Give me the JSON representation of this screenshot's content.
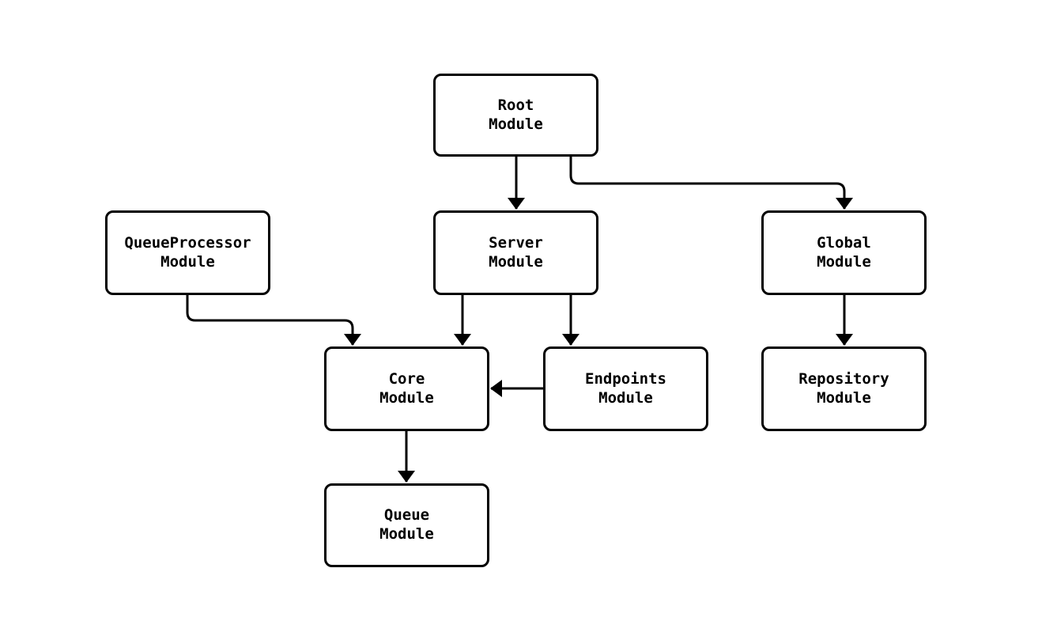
{
  "diagram": {
    "background_color": "#ffffff",
    "node_fill_color": "#ffffff",
    "node_border_color": "#000000",
    "text_color": "#000000",
    "edge_color": "#000000",
    "nodes": [
      {
        "id": "root",
        "label": "Root\nModule"
      },
      {
        "id": "queueprocessor",
        "label": "QueueProcessor\nModule"
      },
      {
        "id": "server",
        "label": "Server\nModule"
      },
      {
        "id": "global",
        "label": "Global\nModule"
      },
      {
        "id": "core",
        "label": "Core\nModule"
      },
      {
        "id": "endpoints",
        "label": "Endpoints\nModule"
      },
      {
        "id": "repository",
        "label": "Repository\nModule"
      },
      {
        "id": "queue",
        "label": "Queue\nModule"
      }
    ],
    "edges": [
      {
        "from": "root",
        "to": "server"
      },
      {
        "from": "root",
        "to": "global"
      },
      {
        "from": "queueprocessor",
        "to": "core"
      },
      {
        "from": "server",
        "to": "core"
      },
      {
        "from": "server",
        "to": "endpoints"
      },
      {
        "from": "endpoints",
        "to": "core"
      },
      {
        "from": "global",
        "to": "repository"
      },
      {
        "from": "core",
        "to": "queue"
      }
    ]
  }
}
